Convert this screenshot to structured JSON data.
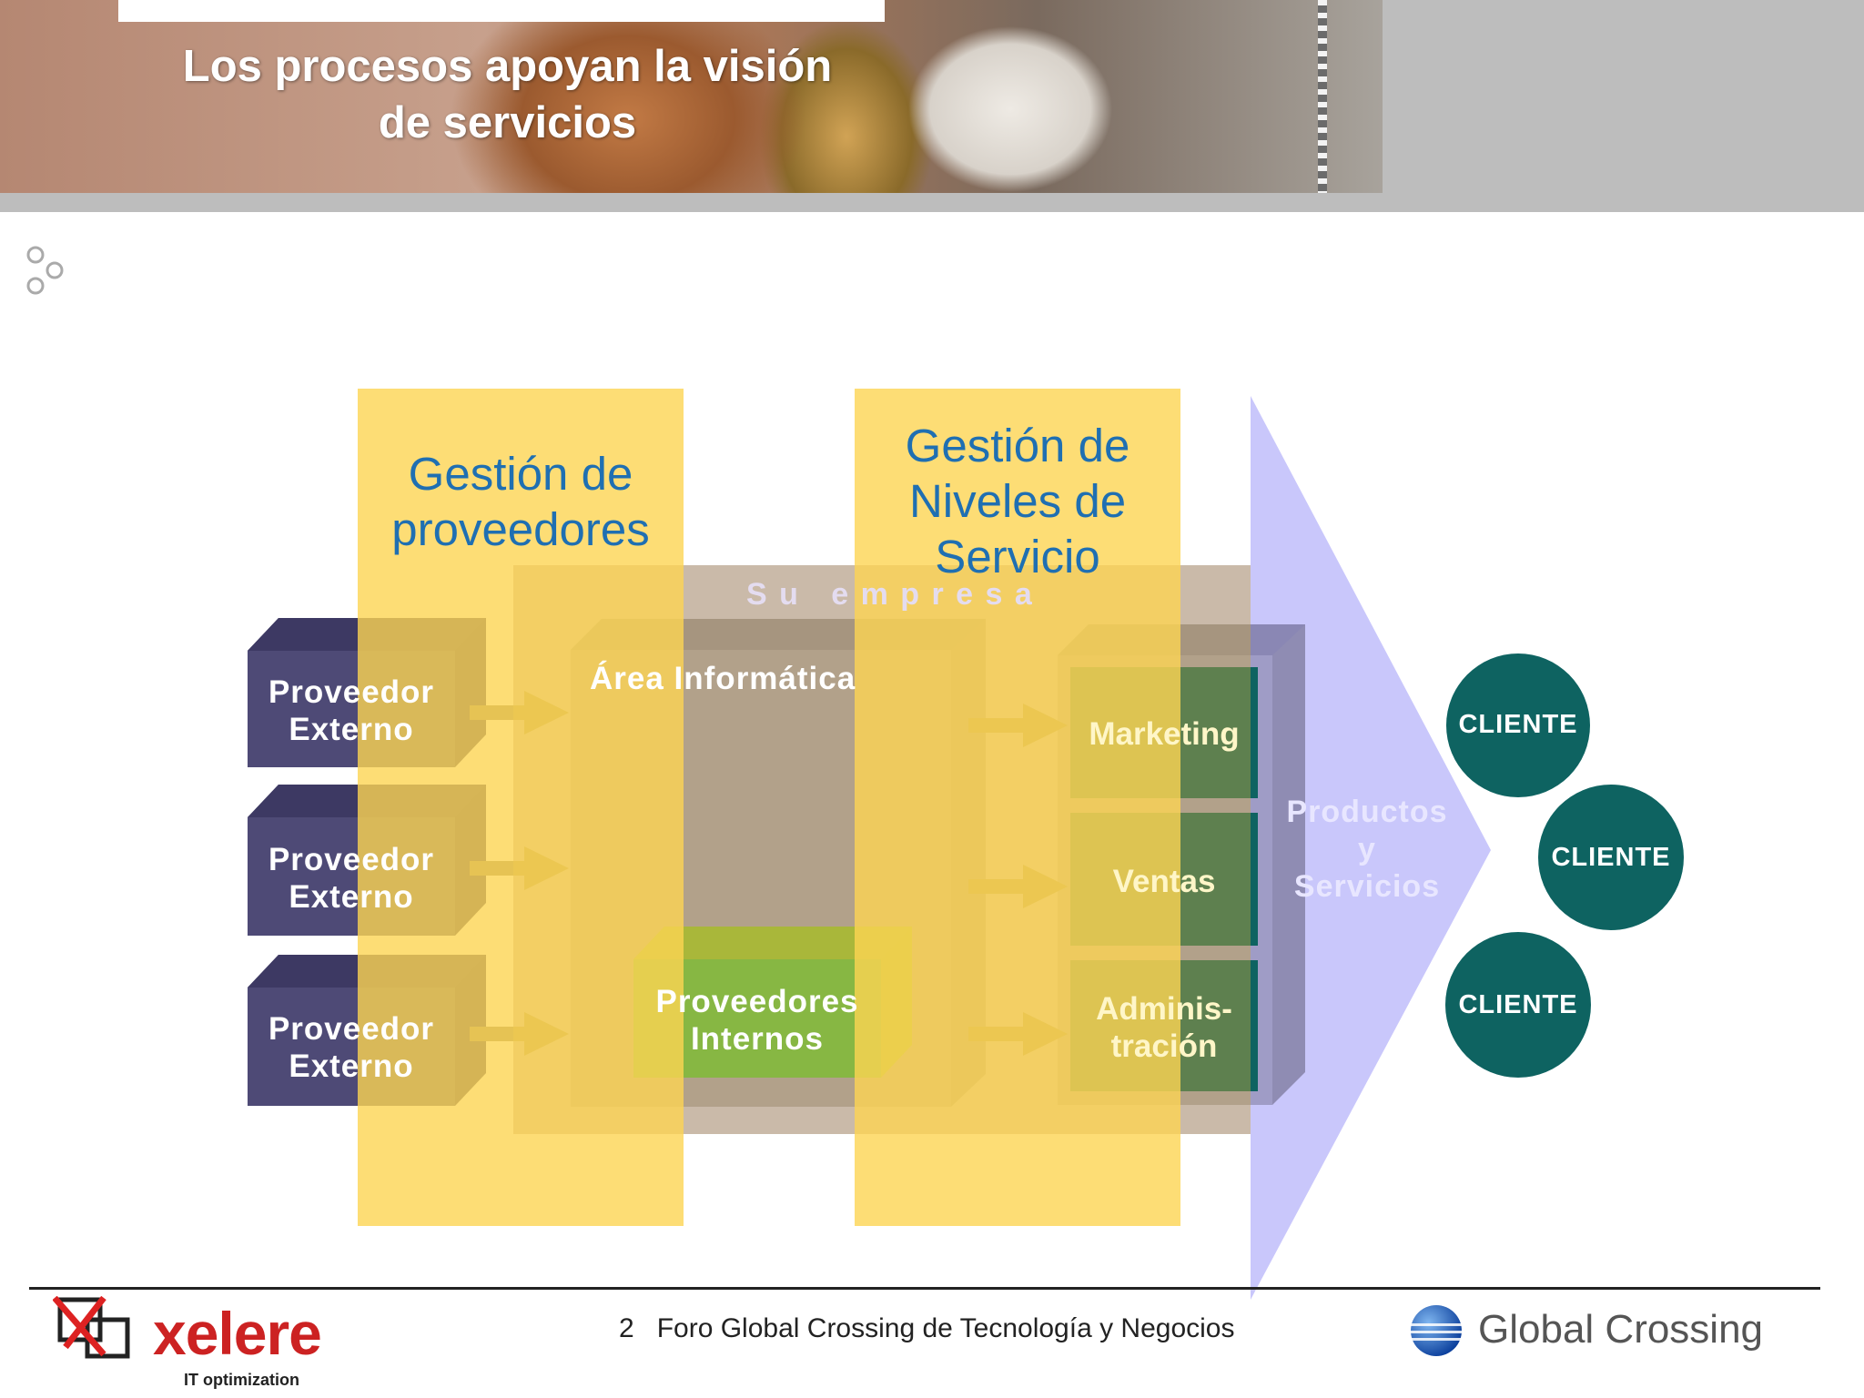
{
  "header": {
    "title_line1": "Los procesos apoyan la visión",
    "title_line2": "de servicios"
  },
  "diagram": {
    "gestion_proveedores": [
      "Gestión de",
      "proveedores"
    ],
    "gestion_niveles": [
      "Gestión de",
      "Niveles de",
      "Servicio"
    ],
    "su_empresa": "S u   e m p r e s a",
    "area_informatica": "Área Informática",
    "proveedor_externo": [
      "Proveedor",
      "Externo"
    ],
    "proveedores_internos": [
      "Proveedores",
      "Internos"
    ],
    "departamentos": {
      "marketing": "Marketing",
      "ventas": "Ventas",
      "administracion": [
        "Adminis-",
        "tración"
      ]
    },
    "productos_servicios": [
      "Productos",
      "y",
      "Servicios"
    ],
    "cliente": "CLIENTE"
  },
  "footer": {
    "page_number": "2",
    "text": "Foro Global Crossing de Tecnología y Negocios",
    "xelere_name": "xelere",
    "xelere_tagline": "IT optimization",
    "global_crossing_name": "Global Crossing"
  },
  "colors": {
    "yellow_band": "#fdd55a",
    "arrow_lavender": "#c9c7fb",
    "provider_box": "#4e4a76",
    "teal": "#0e6361",
    "gestion_text": "#1f6fb2"
  }
}
